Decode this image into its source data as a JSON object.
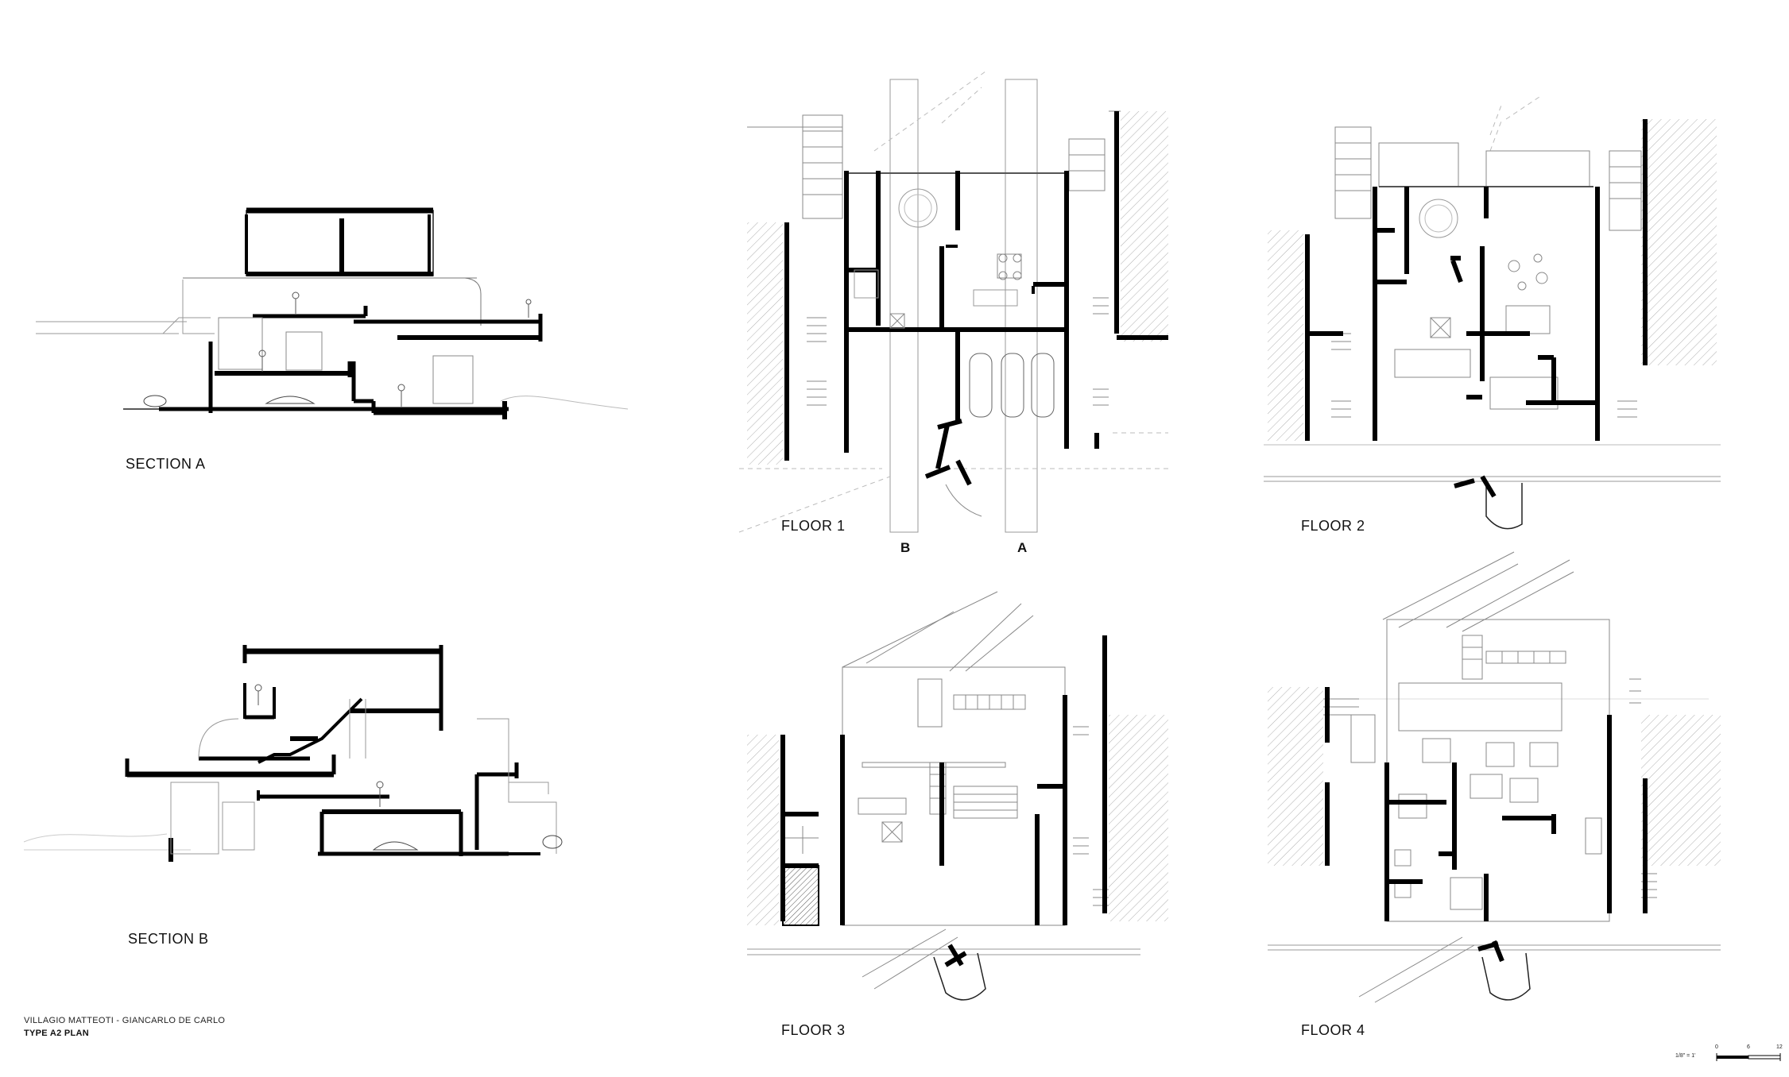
{
  "drawings": {
    "section_a": {
      "label": "SECTION A"
    },
    "section_b": {
      "label": "SECTION B"
    },
    "floor_1": {
      "label": "FLOOR 1"
    },
    "floor_2": {
      "label": "FLOOR 2"
    },
    "floor_3": {
      "label": "FLOOR 3"
    },
    "floor_4": {
      "label": "FLOOR 4"
    }
  },
  "section_cut_lines": {
    "b": "B",
    "a": "A"
  },
  "title_block": {
    "project": "VILLAGIO MATTEOTI - GIANCARLO DE CARLO",
    "sheet": "TYPE A2 PLAN"
  },
  "scale_bar": {
    "ratio": "1/8\" = 1'",
    "ticks": [
      "0",
      "6",
      "12"
    ]
  }
}
